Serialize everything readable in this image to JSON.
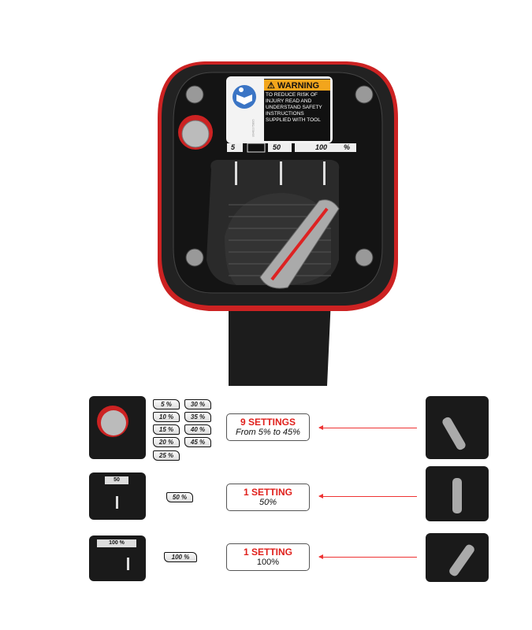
{
  "warning_label": {
    "title": "WARNING",
    "text_lines": [
      "TO REDUCE RISK OF",
      "INJURY READ AND",
      "UNDERSTAND SAFETY",
      "INSTRUCTIONS",
      "SUPPLIED WITH TOOL"
    ],
    "part_number": "8940175895"
  },
  "dial_scale": {
    "low": "5",
    "mid": "50",
    "high": "100",
    "unit": "%"
  },
  "pills": [
    "5 %",
    "30 %",
    "10 %",
    "35 %",
    "15 %",
    "40 %",
    "20 %",
    "45 %",
    "25 %"
  ],
  "rows": [
    {
      "title": "9 SETTINGS",
      "subtitle": "From 5% to 45%"
    },
    {
      "pill": "50 %",
      "title": "1 SETTING",
      "subtitle": "50%",
      "thumb_label": "50"
    },
    {
      "pill": "100 %",
      "title": "1 SETTING",
      "subtitle": "100%",
      "thumb_label": "100 %"
    }
  ],
  "colors": {
    "accent": "#e0201c",
    "warning": "#f2a51c"
  }
}
